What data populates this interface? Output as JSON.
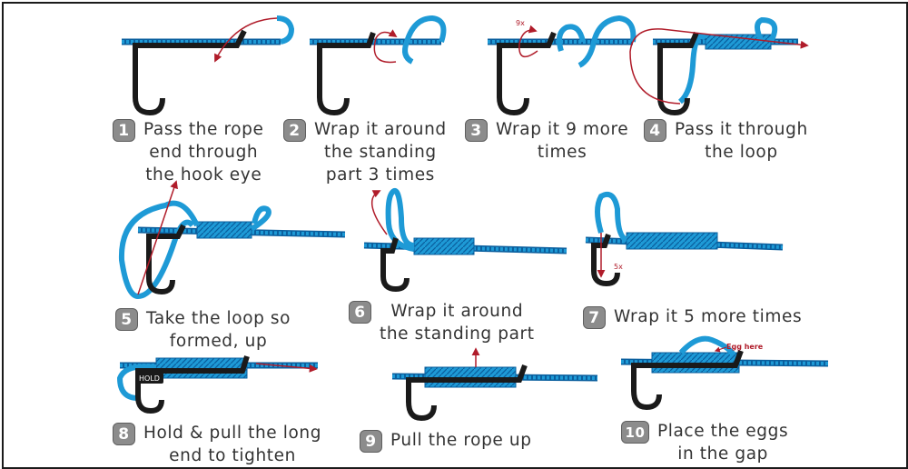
{
  "colors": {
    "rope": "#1e9ad6",
    "rope_pattern": "#0a5f9e",
    "hook": "#1a1a1a",
    "arrow": "#b01c2a",
    "badge": "#8c8c8c",
    "caption": "#333333"
  },
  "steps": [
    {
      "number": "1",
      "lines": [
        "Pass the rope",
        "end through",
        "the hook eye"
      ]
    },
    {
      "number": "2",
      "lines": [
        "Wrap it around",
        "the standing",
        "part 3 times"
      ]
    },
    {
      "number": "3",
      "lines": [
        "Wrap it 9 more",
        "times"
      ]
    },
    {
      "number": "4",
      "lines": [
        "Pass it through",
        "the loop"
      ]
    },
    {
      "number": "5",
      "lines": [
        "Take the loop so",
        "formed, up"
      ]
    },
    {
      "number": "6",
      "lines": [
        "Wrap it around",
        "the standing part"
      ]
    },
    {
      "number": "7",
      "lines": [
        "Wrap it 5 more times"
      ]
    },
    {
      "number": "8",
      "lines": [
        "Hold & pull the long",
        "end to tighten"
      ]
    },
    {
      "number": "9",
      "lines": [
        "Pull the rope up"
      ]
    },
    {
      "number": "10",
      "lines": [
        "Place the eggs",
        "in the gap"
      ]
    }
  ],
  "annotations": {
    "wraps_9": "9x",
    "wraps_5": "5x",
    "hold": "HOLD",
    "egg_here": "Egg here"
  },
  "icons": [
    "hook-icon",
    "rope-icon",
    "arrow-icon"
  ]
}
